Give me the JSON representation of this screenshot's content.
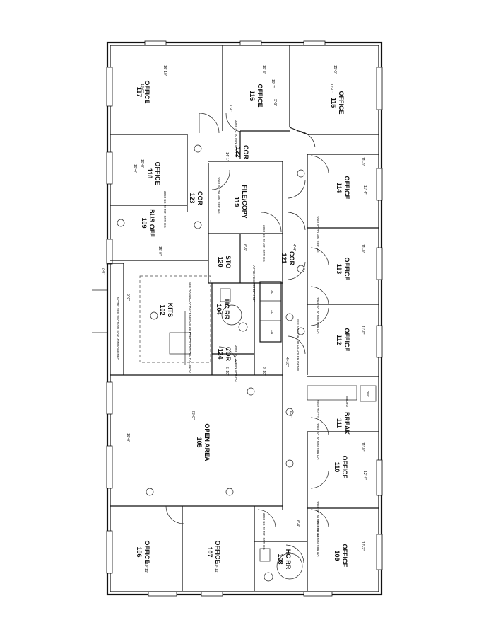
{
  "rooms": [
    {
      "id": "office-117",
      "name": "OFFICE",
      "number": "117",
      "dims": [
        "15'-0\"",
        "16'-10\""
      ]
    },
    {
      "id": "office-116",
      "name": "OFFICE",
      "number": "116",
      "dims": [
        "10'-7\"",
        "10'-3\""
      ]
    },
    {
      "id": "office-115",
      "name": "OFFICE",
      "number": "115",
      "dims": [
        "12'-0\"",
        "15'-0\""
      ]
    },
    {
      "id": "cor-122",
      "name": "COR",
      "number": "122",
      "dims": [
        "7'-4\""
      ]
    },
    {
      "id": "office-118",
      "name": "OFFICE",
      "number": "118",
      "dims": [
        "10'-8\"",
        "10'-4\""
      ]
    },
    {
      "id": "cor-123",
      "name": "COR",
      "number": "123",
      "dims": []
    },
    {
      "id": "file-copy-119",
      "name": "FILE/COPY",
      "number": "119",
      "dims": [
        "14'-1\""
      ]
    },
    {
      "id": "office-114",
      "name": "OFFICE",
      "number": "114",
      "dims": [
        "11'-0\"",
        "11'-4\""
      ]
    },
    {
      "id": "bus-off-109",
      "name": "BUS OFF",
      "number": "109",
      "dims": [
        "15'-0\""
      ]
    },
    {
      "id": "sto-120",
      "name": "STO",
      "number": "120",
      "dims": [
        "6'-6\""
      ]
    },
    {
      "id": "cor-121",
      "name": "COR",
      "number": "121",
      "dims": [
        "4'-4\""
      ]
    },
    {
      "id": "office-113",
      "name": "OFFICE",
      "number": "113",
      "dims": [
        "11'-0\""
      ]
    },
    {
      "id": "kits-102",
      "name": "KITS",
      "number": "102",
      "dims": []
    },
    {
      "id": "hc-rr-104",
      "name": "HC RR",
      "number": "104",
      "dims": []
    },
    {
      "id": "office-112",
      "name": "OFFICE",
      "number": "112",
      "dims": [
        "11'-0\""
      ]
    },
    {
      "id": "cor-124",
      "name": "COR",
      "number": "124",
      "dims": [
        "6'-10\"",
        "2'-10\""
      ]
    },
    {
      "id": "break-111",
      "name": "BREAK",
      "number": "111",
      "dims": []
    },
    {
      "id": "open-area-105",
      "name": "OPEN AREA",
      "number": "105",
      "dims": [
        "25'-0\"",
        "16'-6\""
      ]
    },
    {
      "id": "office-110",
      "name": "OFFICE",
      "number": "110",
      "dims": [
        "11'-0\"",
        "12'-4\""
      ]
    },
    {
      "id": "office-106",
      "name": "OFFICE",
      "number": "106",
      "dims": [
        "10'-11\""
      ]
    },
    {
      "id": "office-107",
      "name": "OFFICE",
      "number": "107",
      "dims": [
        "10'-11\""
      ]
    },
    {
      "id": "hc-rr-108",
      "name": "HC RR",
      "number": "108",
      "dims": []
    },
    {
      "id": "office-109",
      "name": "OFFICE",
      "number": "109",
      "dims": [
        "12'-2\""
      ]
    }
  ],
  "door_notes": [
    "3068 SC 20 MIN SPR HG",
    "3068 SC 20 MIN SPR HG",
    "3068 SC 20 MIN SPR HG",
    "3068 SC 20 MIN SPR HG",
    "3068 SC 20 MIN SPR HG",
    "3068 SC 20 MIN SPR HG",
    "3068 SC 20 MIN SPR HG",
    "3068 SC 20 MIN SPR HG",
    "3068 SC 20 MIN SPR HG",
    "3068 SC 20 MIN SPR HG",
    "3068 SC 20 MIN SPR HG"
  ],
  "notes": {
    "attic": "ATTIC ACCESS 22\"X 54\"",
    "sink": "SINK 25X22",
    "micro": "MICRO",
    "ref": "REF",
    "see_detail": "SEE A-5 FOR AIR HANDLER DETAIL",
    "handicap": "SEE HANDICAP REFERENCE DETAIL A-8 FOR ALL H.C. INFO",
    "ah": "AH",
    "stair_left": "5'-0\"",
    "dim_2_0": "2'-0\"",
    "dim_4_0": "4'-0\"",
    "dim_3_6": "3'-6\"",
    "dim_6_4": "6'-4\"",
    "dim_4_10": "4'-10\"",
    "dim_5_0": "5'-0\"",
    "side_note": "NOTE: SEE SECTION FOR WINDOW INFO"
  }
}
